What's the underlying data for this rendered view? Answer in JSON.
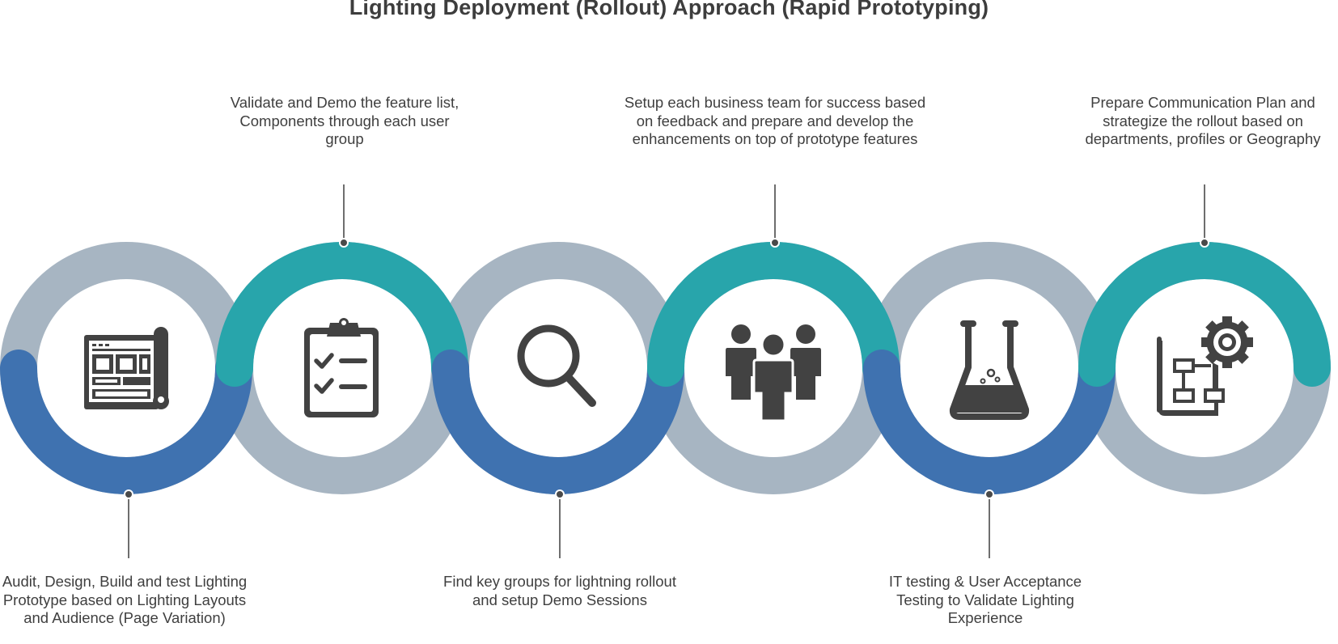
{
  "title": "Lighting Deployment (Rollout) Approach (Rapid Prototyping)",
  "colors": {
    "gray_ring": "#a7b5c2",
    "teal": "#28a5ab",
    "blue": "#3f72b0",
    "icon": "#424242",
    "connector": "#4a4a4a"
  },
  "steps": [
    {
      "text": "Audit, Design, Build and test Lighting Prototype based on Lighting Layouts and Audience (Page Variation)",
      "icon": "blueprint-icon",
      "accent": "blue",
      "label_position": "bottom"
    },
    {
      "text": "Validate and Demo the feature list, Components through each user group",
      "icon": "clipboard-checklist-icon",
      "accent": "teal",
      "label_position": "top"
    },
    {
      "text": "Find key groups for lightning rollout and setup Demo Sessions",
      "icon": "magnifier-icon",
      "accent": "blue",
      "label_position": "bottom"
    },
    {
      "text": "Setup each business team for success based on feedback and prepare and develop the enhancements on top of prototype features",
      "icon": "team-icon",
      "accent": "teal",
      "label_position": "top"
    },
    {
      "text": "IT testing & User Acceptance Testing to Validate Lighting Experience",
      "icon": "flask-icon",
      "accent": "blue",
      "label_position": "bottom"
    },
    {
      "text": "Prepare Communication Plan and strategize the rollout based on departments, profiles or Geography",
      "icon": "plan-gear-icon",
      "accent": "teal",
      "label_position": "top"
    }
  ]
}
